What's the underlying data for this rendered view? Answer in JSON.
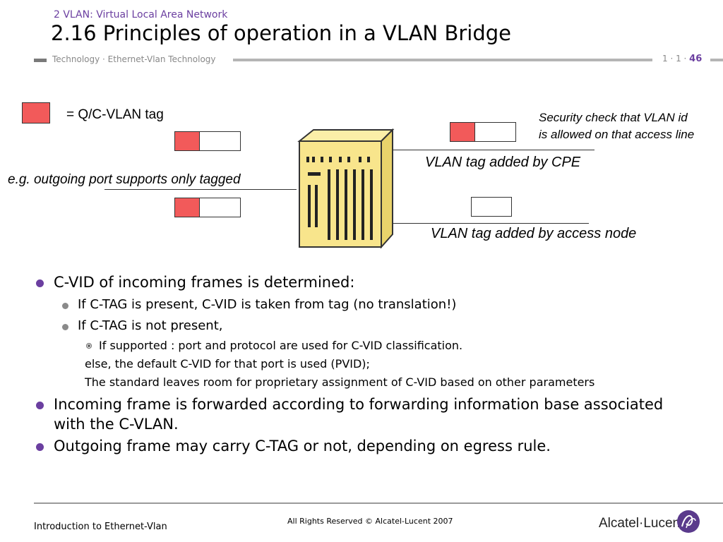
{
  "header": {
    "section": "2 VLAN: Virtual Local Area Network",
    "title": "2.16 Principles of operation in a VLAN Bridge",
    "breadcrumb": "Technology · Ethernet-Vlan Technology",
    "page_prefix": "1 · 1 · ",
    "page_number": "46"
  },
  "diagram": {
    "legend": "= Q/C-VLAN tag",
    "annotation_security": "Security check that VLAN id",
    "annotation_security2": "is allowed on that access line",
    "annotation_cpe": "VLAN tag added by CPE",
    "annotation_outgoing": "e.g. outgoing port supports only tagged",
    "annotation_access_node": "VLAN tag added by access node",
    "colors": {
      "tag": "#f25a5a",
      "device": "#f8e58c"
    }
  },
  "bullets": {
    "b1": "C-VID of incoming frames is determined:",
    "b1_1": "If C-TAG is present, C-VID is taken from tag (no translation!)",
    "b1_2": "If C-TAG is not present,",
    "b1_2_1": "If supported : port and protocol are used for C-VID classification.",
    "b1_2_2": "else, the default C-VID for that port is used (PVID);",
    "b1_2_3": "The standard leaves room for proprietary assignment of C-VID based on other parameters",
    "b2": "Incoming frame is forwarded according to forwarding information base associated with the C-VLAN.",
    "b3": "Outgoing frame may carry C-TAG or not, depending on egress rule."
  },
  "footer": {
    "course": "Introduction to Ethernet-Vlan",
    "copyright": "All Rights Reserved © Alcatel-Lucent 2007",
    "logo": "Alcatel·Lucent",
    "accent": "#6b3fa0"
  }
}
